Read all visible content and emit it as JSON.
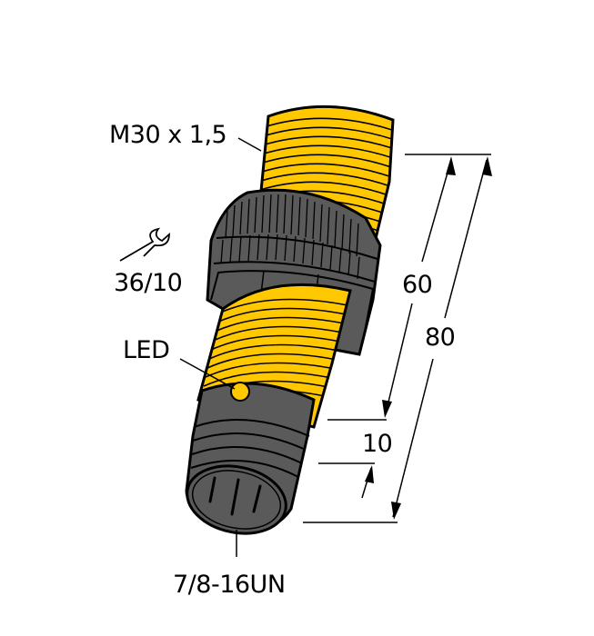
{
  "diagram": {
    "type": "dimension-drawing",
    "subject": "cylindrical threaded sensor with connector",
    "colors": {
      "thread": "#ffc800",
      "housing": "#5a5a5a",
      "outline": "#000000",
      "background": "#ffffff",
      "led": "#ffc800"
    },
    "labels": {
      "thread_spec": "M30 x 1,5",
      "wrench_size": "36/10",
      "led": "LED",
      "connector_thread": "7/8-16UN"
    },
    "dimensions": {
      "thread_length": "60",
      "total_length": "80",
      "connector_offset": "10"
    },
    "icons": {
      "wrench": "wrench-icon"
    }
  }
}
